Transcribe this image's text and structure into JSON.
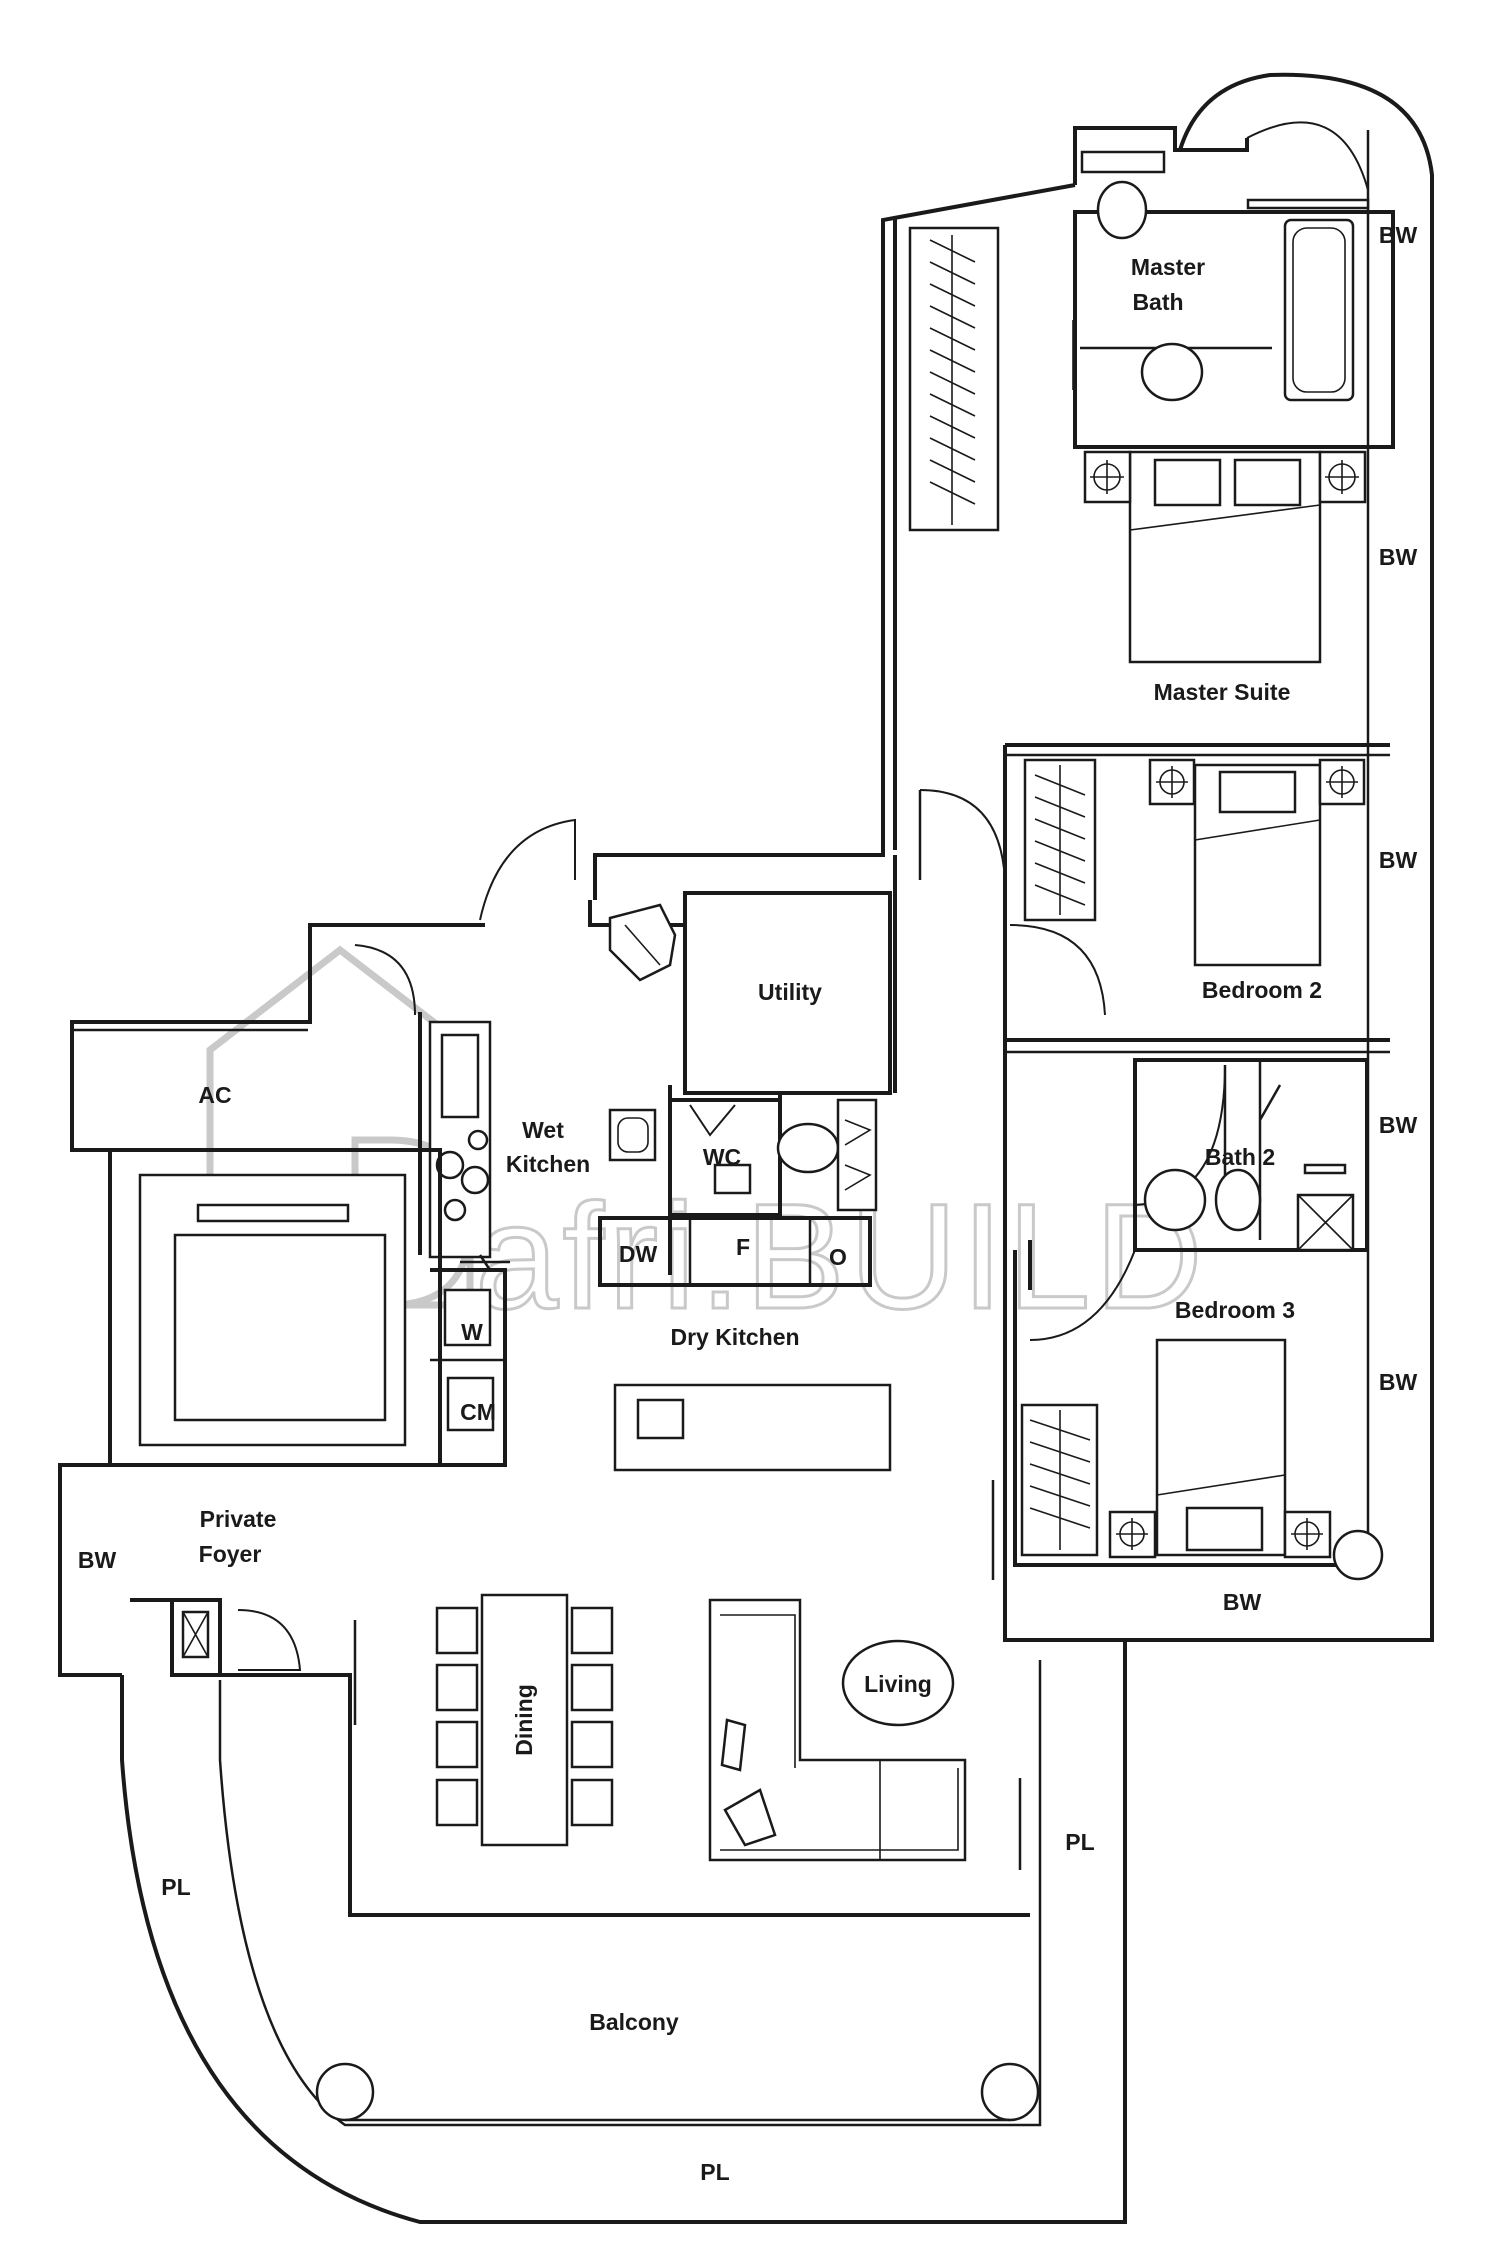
{
  "rooms": {
    "master_bath": [
      "Master",
      "Bath"
    ],
    "master_suite": "Master Suite",
    "bedroom_2": "Bedroom 2",
    "bath_2": "Bath 2",
    "bedroom_3": "Bedroom 3",
    "utility": "Utility",
    "wc": "WC",
    "wet_kitchen": [
      "Wet",
      "Kitchen"
    ],
    "dry_kitchen": "Dry Kitchen",
    "dw": "DW",
    "fridge": "F",
    "oven": "O",
    "washer": "W",
    "cm": "CM",
    "ac": "AC",
    "private_foyer": [
      "Private",
      "Foyer"
    ],
    "dining": "Dining",
    "living": "Living",
    "balcony": "Balcony"
  },
  "bay_window_label": "BW",
  "planter_label": "PL",
  "watermark": "afri.BUILD"
}
